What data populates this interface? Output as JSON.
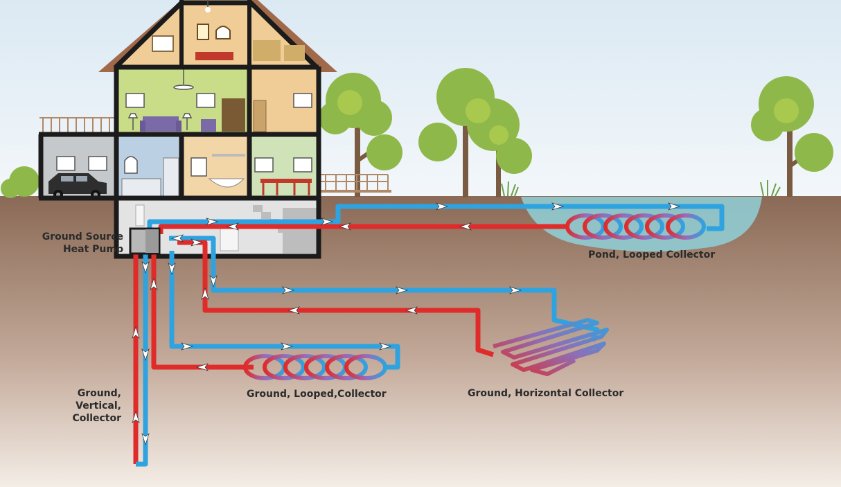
{
  "colors": {
    "sky_top": "#dbe9f3",
    "sky_bottom": "#f3f7fa",
    "ground_top": "#8a6a56",
    "ground_bottom": "#f4ede6",
    "pond": "#8fd0d8",
    "pipe_hot": "#e02b2b",
    "pipe_cold": "#2fa3e0",
    "tree_foliage": "#8fb84a",
    "tree_trunk": "#7a5a40",
    "house_frame": "#1b1b1b",
    "roof": "#a06a4a"
  },
  "labels": {
    "heat_pump": [
      "Ground Source",
      "Heat Pump"
    ],
    "pond_collector": "Pond, Looped Collector",
    "looped_collector": "Ground, Looped,Collector",
    "horizontal_collector": "Ground, Horizontal Collector",
    "vertical_collector": [
      "Ground,",
      "Vertical,",
      "Collector"
    ]
  },
  "icons": [
    "arrow-icon",
    "car-icon",
    "tree-icon",
    "sofa-icon",
    "lamp-icon"
  ]
}
